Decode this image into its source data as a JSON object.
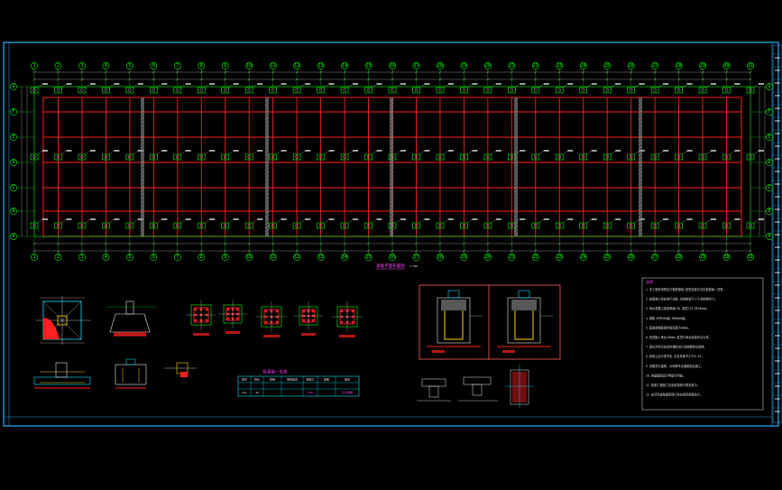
{
  "drawing": {
    "plan_title": "基础平面布置图",
    "plan_scale": "1:100",
    "column_axes": [
      "1",
      "2",
      "3",
      "4",
      "5",
      "6",
      "7",
      "8",
      "9",
      "10",
      "11",
      "12",
      "13",
      "14",
      "15",
      "16",
      "17",
      "18",
      "19",
      "20",
      "21",
      "22",
      "23",
      "24",
      "25",
      "26",
      "27",
      "28",
      "29",
      "30",
      "31"
    ],
    "row_axes_left": [
      "G",
      "F",
      "E",
      "D",
      "C",
      "B",
      "A"
    ],
    "row_axes_right": [
      "G",
      "F",
      "E",
      "D",
      "C",
      "B",
      "A"
    ],
    "pile_table": {
      "title": "桩基础一览表",
      "headers": [
        "桩号",
        "桩长",
        "桩径",
        "单桩竖向",
        "承载力",
        "配筋",
        "备注"
      ],
      "row": [
        "ZJ1",
        "42",
        "",
        "",
        "450",
        "",
        "见大样图"
      ]
    },
    "notes": {
      "title": "说明",
      "lines": [
        "1.本工程采用预应力管桩基础,桩型及桩长详见桩基础一览表。",
        "2.桩基施工前应进行试桩,试桩数量不少于总桩数的1%。",
        "3.承台混凝土强度等级C30,垫层C15,厚100mm。",
        "4.钢筋:HPB300级,HRB400级。",
        "5.基础梁钢筋保护层厚度为40mm。",
        "6.桩顶嵌入承台100mm,桩顶与承台连接详见大样。",
        "7.基坑开挖后应及时通知设计及勘察单位验槽。",
        "8.回填土应分层夯实,压实系数不小于0.94。",
        "9.本图须与建筑、水电等专业图纸配合施工。",
        "10.地基基础设计等级为丙级。",
        "11.桩基工程施工及验收按现行规范执行。",
        "12.未尽事宜按国家现行有关规范规程执行。"
      ]
    },
    "colors": {
      "background": "#000000",
      "frame": "#1f9bd6",
      "beam": "#ff2020",
      "grid": "#00ff00",
      "dimension": "#e6e6e6",
      "accent": "#ff40ff",
      "rebar_yellow": "#ffd400",
      "cyan": "#00e5ff"
    }
  }
}
